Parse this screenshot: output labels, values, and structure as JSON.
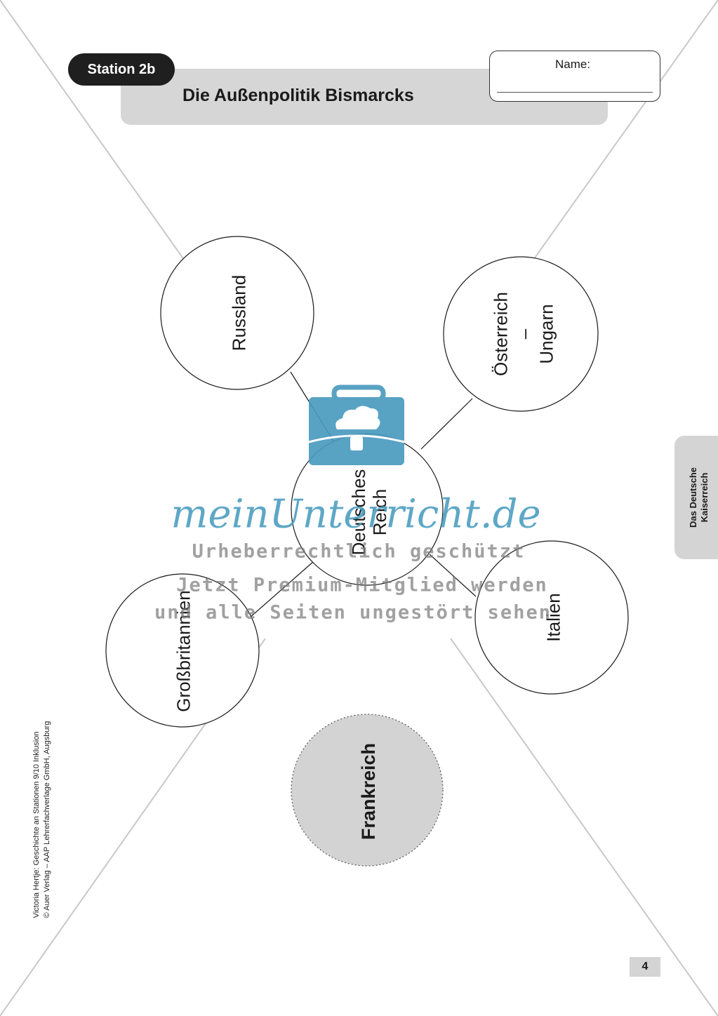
{
  "header": {
    "station_label": "Station 2b",
    "title": "Die Außenpolitik Bismarcks",
    "name_label": "Name:"
  },
  "diagram": {
    "center": "Deutsches\nReich",
    "nodes": {
      "russland": "Russland",
      "oesterreich": "Österreich\n–\nUngarn",
      "grossbritannien": "Großbritannien",
      "italien": "Italien",
      "frankreich": "Frankreich"
    },
    "colors": {
      "circle_stroke": "#1a1a1a",
      "frankreich_fill": "#d3d3d3",
      "cross_lines": "#c8c8c8"
    }
  },
  "side_tab": {
    "label": "Das Deutsche\nKaiserreich"
  },
  "footer": {
    "credit": "Victoria Hertje: Geschichte an Stationen 9/10 Inklusion\n© Auer Verlag – AAP Lehrerfachverlage GmbH, Augsburg",
    "page_number": "4"
  },
  "watermark": {
    "brand": "meinUnterricht.de",
    "line1": "Urheberrechtlich geschützt",
    "line2": "Jetzt Premium-Mitglied werden",
    "line3": "und alle Seiten ungestört sehen",
    "icon": "briefcase-cloud-icon",
    "color": "#4a9bbf"
  }
}
